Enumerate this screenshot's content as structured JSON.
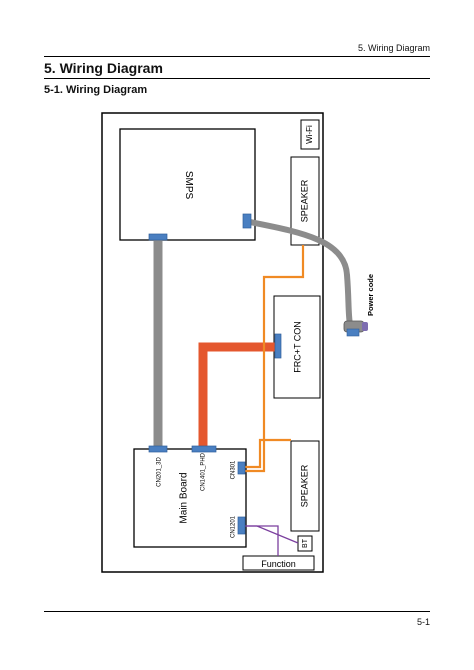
{
  "header": {
    "section_ref": "5. Wiring Diagram"
  },
  "page": {
    "title": "5. Wiring Diagram",
    "subtitle": "5-1. Wiring Diagram",
    "page_number": "5-1"
  },
  "diagram": {
    "smps": "SMPS",
    "wifi": "Wi-Fi",
    "speaker_top": "SPEAKER",
    "speaker_bottom": "SPEAKER",
    "frc_con": "FRC+T CON",
    "power_code": "Power code",
    "main_board": "Main Board",
    "cn201": "CN201_3D",
    "cn1401": "CN1401_PHD",
    "cn301": "CN301",
    "cn1201": "CN1201",
    "bt": "BT",
    "function": "Function",
    "colors": {
      "gray_cable": "#8c8c8c",
      "red_cable": "#e4572e",
      "orange_wire": "#f08a24",
      "connector": "#4a7fc1",
      "purple_wire": "#7b3f9e"
    }
  }
}
